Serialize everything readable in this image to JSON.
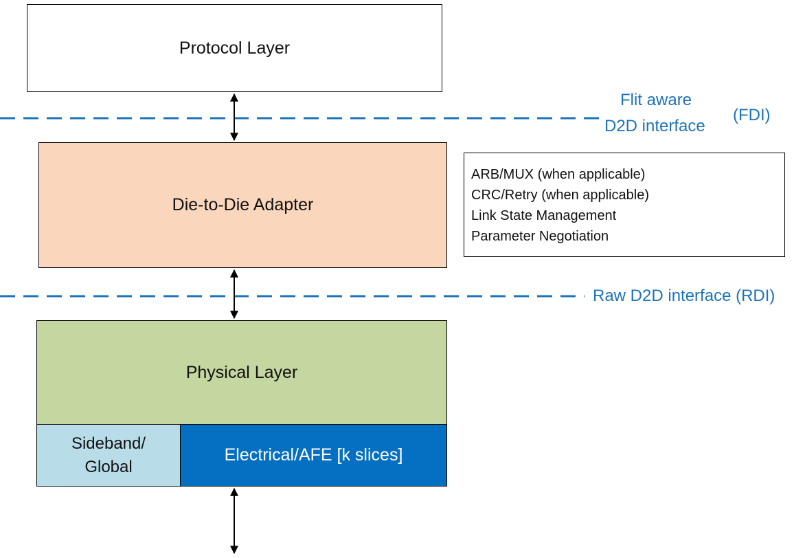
{
  "blocks": {
    "protocol_layer": "Protocol Layer",
    "d2d_adapter": "Die-to-Die Adapter",
    "physical_layer": "Physical Layer",
    "sideband": "Sideband/\nGlobal",
    "electrical": "Electrical/AFE [k slices]"
  },
  "adapter_functions": [
    "ARB/MUX (when applicable)",
    "CRC/Retry (when applicable)",
    "Link State Management",
    "Parameter Negotiation"
  ],
  "interfaces": {
    "fdi_line1": "Flit aware",
    "fdi_line2": "D2D interface",
    "fdi_abbr": "(FDI)",
    "rdi": "Raw D2D interface (RDI)"
  },
  "colors": {
    "adapter_fill": "#fad6bc",
    "physical_fill": "#c5d7a0",
    "sideband_fill": "#b8dde9",
    "electrical_fill": "#0570c1",
    "interface_blue": "#1d73b8"
  }
}
